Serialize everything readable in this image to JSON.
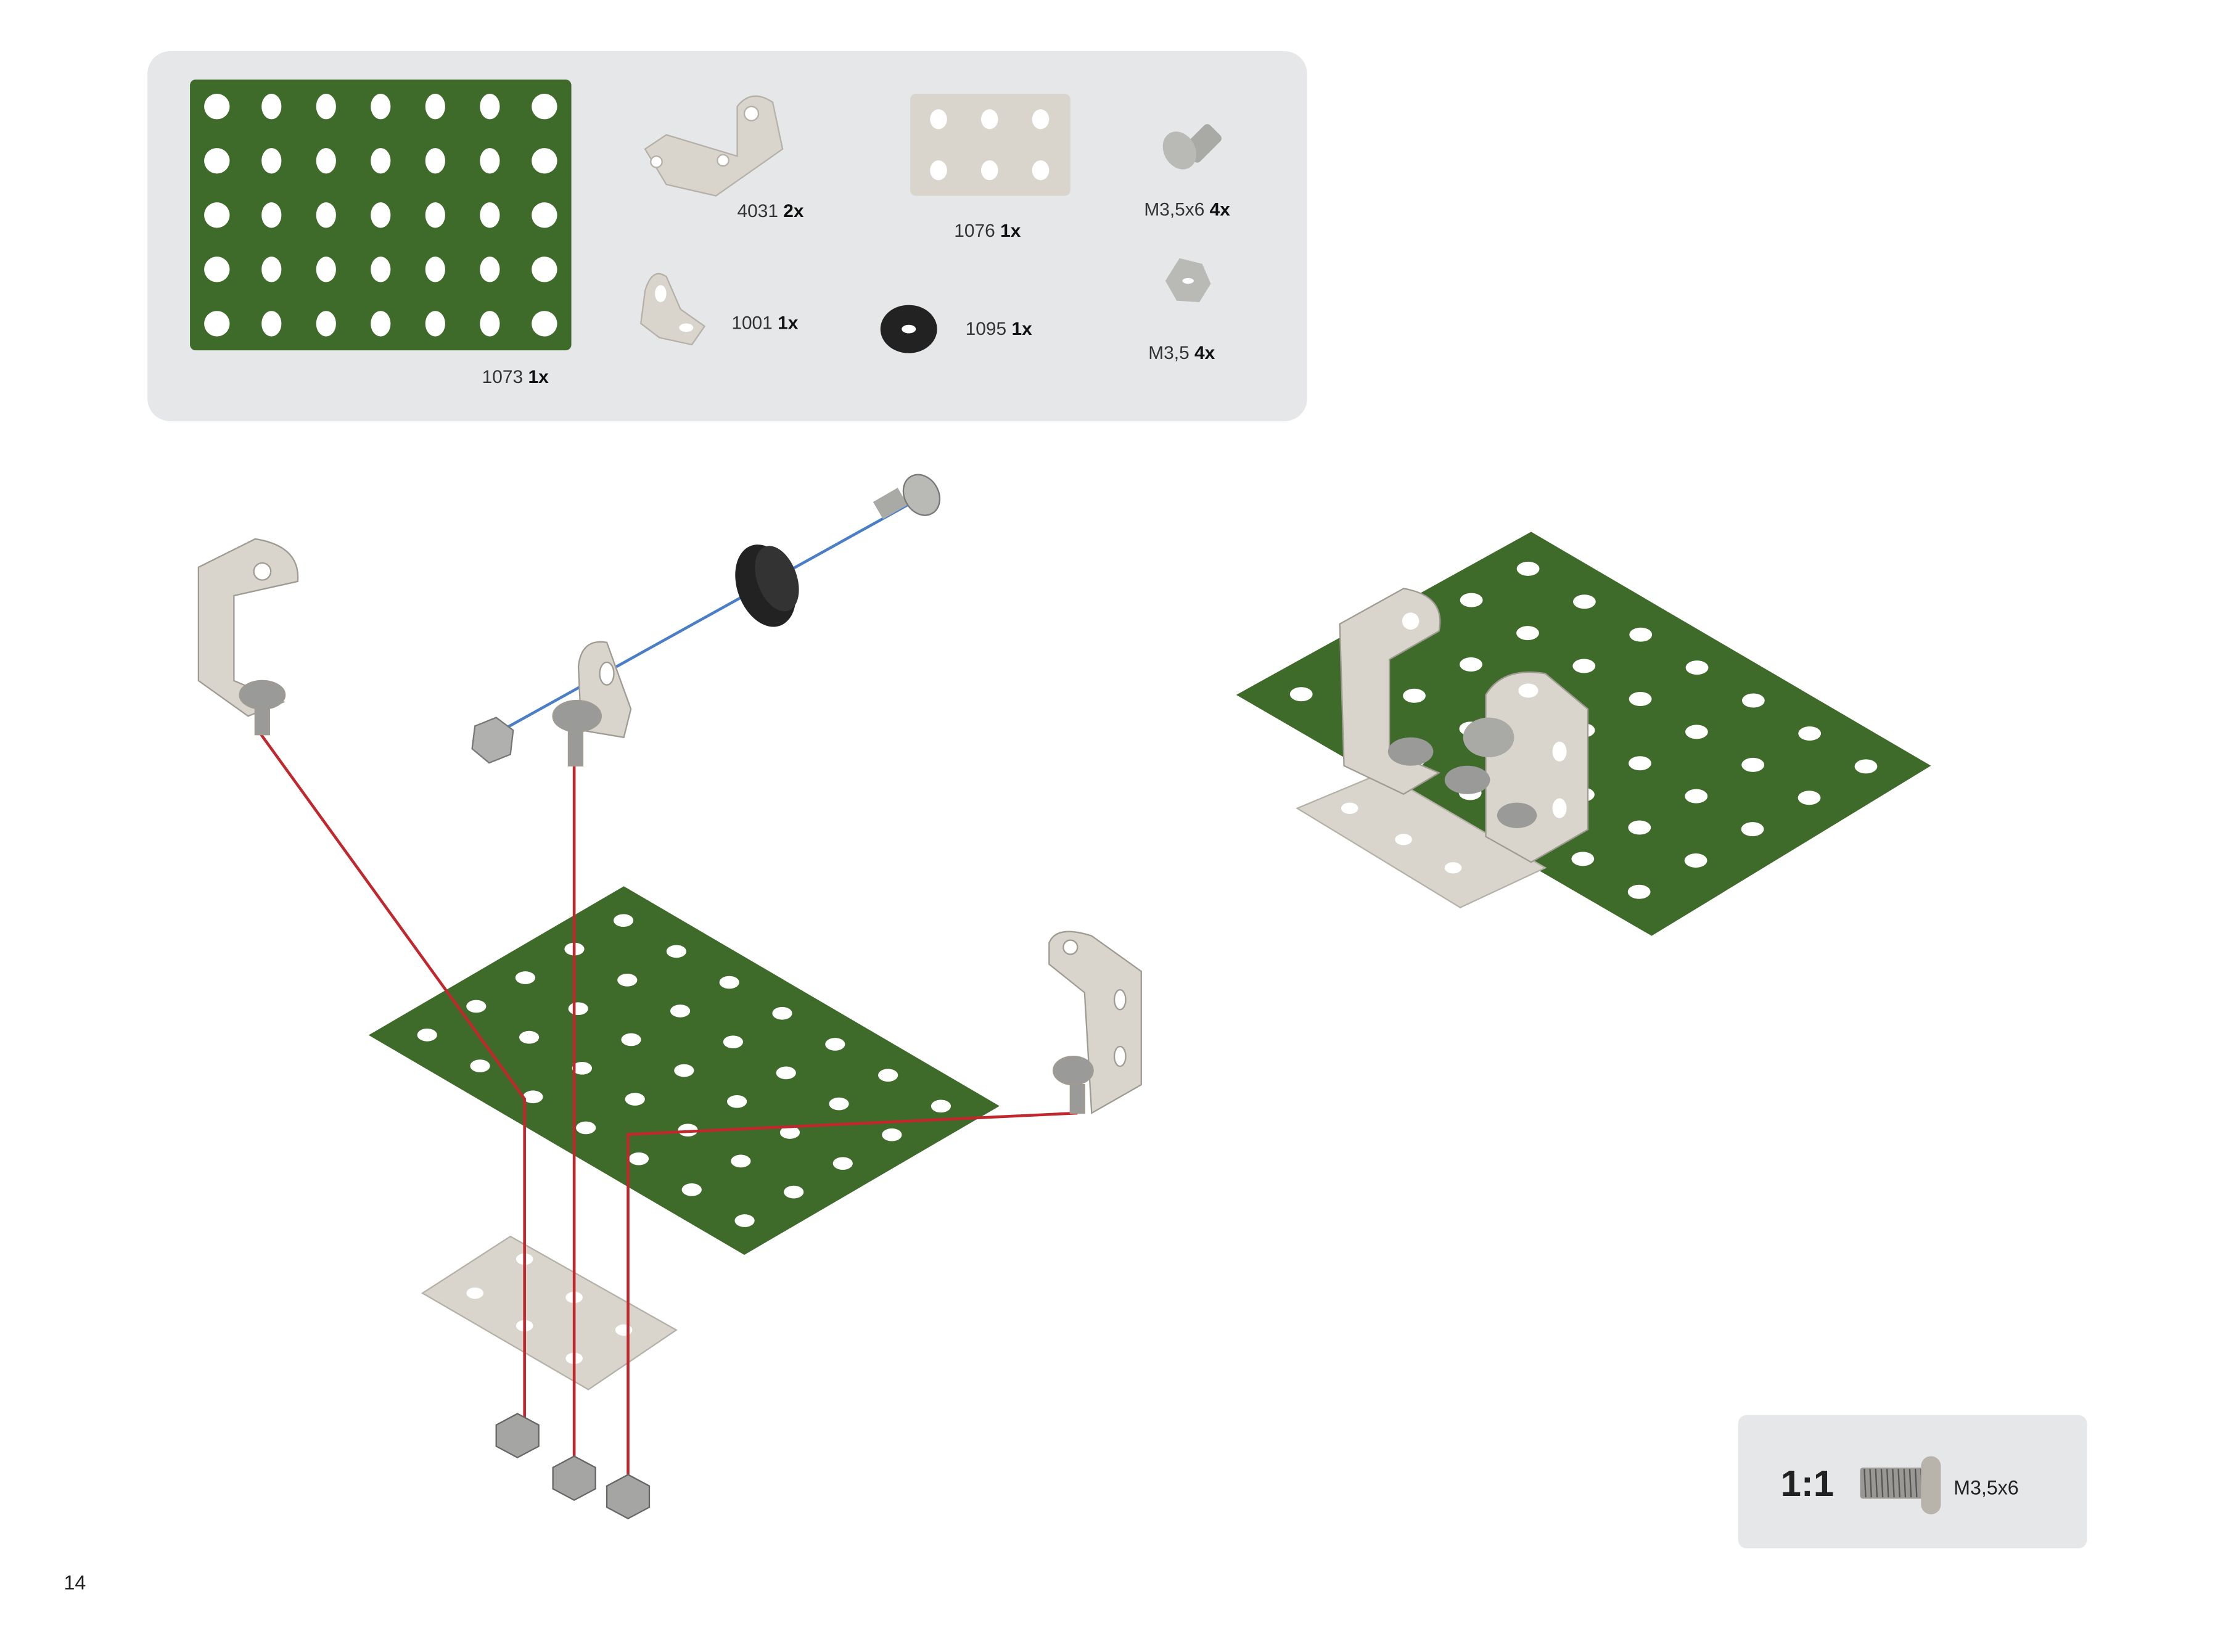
{
  "page_number": "14",
  "parts_list": [
    {
      "id": "1073",
      "qty": "1x",
      "name": "green-flat-plate-7x5"
    },
    {
      "id": "4031",
      "qty": "2x",
      "name": "double-angle-bracket"
    },
    {
      "id": "1076",
      "qty": "1x",
      "name": "flat-plate-3x2"
    },
    {
      "id": "M3,5x6",
      "qty": "4x",
      "name": "screw"
    },
    {
      "id": "1001",
      "qty": "1x",
      "name": "angle-bracket"
    },
    {
      "id": "1095",
      "qty": "1x",
      "name": "rubber-washer"
    },
    {
      "id": "M3,5",
      "qty": "4x",
      "name": "nut"
    }
  ],
  "scale_box": {
    "ratio": "1:1",
    "screw_label": "M3,5x6"
  },
  "colors": {
    "plate_green": "#3f6b2a",
    "metal": "#d9d5cc",
    "panel": "#e6e7e8",
    "guide_red": "#c0282d",
    "guide_blue": "#4a7fc8"
  }
}
